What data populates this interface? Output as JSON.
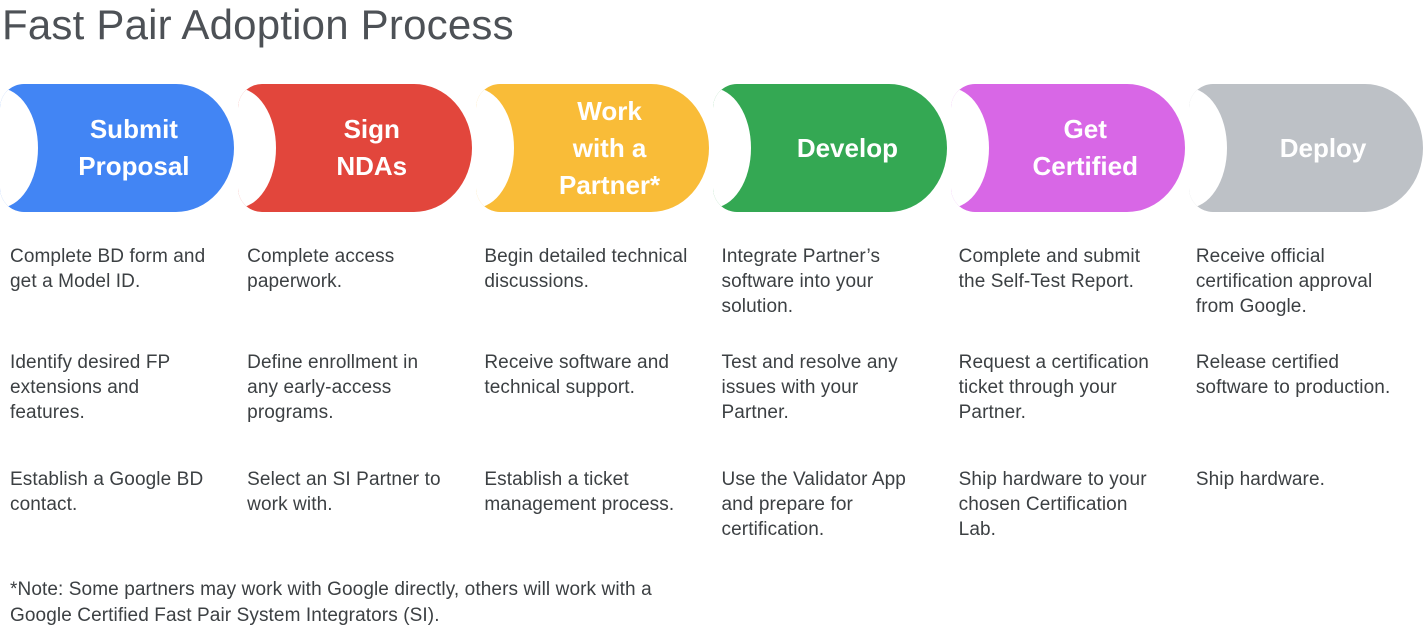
{
  "title": "Fast Pair Adoption Process",
  "note": "*Note: Some partners may work with Google directly, others will work with a\nGoogle Certified Fast Pair System Integrators (SI).",
  "colors": {
    "title_text": "#4D5156",
    "body_text": "#3C4043",
    "stage_label_text": "#FFFFFF",
    "background": "#FFFFFF"
  },
  "stages": [
    {
      "label": "Submit\nProposal",
      "color": "#4285F4",
      "steps": [
        "Complete BD form and get a Model ID.",
        "Identify desired FP extensions and features.",
        "Establish a Google BD contact."
      ]
    },
    {
      "label": "Sign\nNDAs",
      "color": "#E2463C",
      "steps": [
        "Complete access paperwork.",
        "Define enrollment in any early-access programs.",
        "Select an SI Partner to work with."
      ]
    },
    {
      "label": "Work\nwith a\nPartner*",
      "color": "#F9BC38",
      "steps": [
        "Begin detailed technical discussions.",
        "Receive software and technical support.",
        "Establish a ticket management process."
      ]
    },
    {
      "label": "Develop",
      "color": "#34A853",
      "steps": [
        "Integrate Partner’s software into your solution.",
        "Test and resolve any issues with your Partner.",
        "Use the Validator App and prepare for certification."
      ]
    },
    {
      "label": "Get\nCertified",
      "color": "#D867E6",
      "steps": [
        "Complete and submit the Self-Test Report.",
        "Request a certification ticket through your Partner.",
        "Ship hardware to your chosen Certification Lab."
      ]
    },
    {
      "label": "Deploy",
      "color": "#BDC1C6",
      "steps": [
        "Receive official certification approval from Google.",
        "Release certified software to production.",
        "Ship hardware."
      ]
    }
  ]
}
